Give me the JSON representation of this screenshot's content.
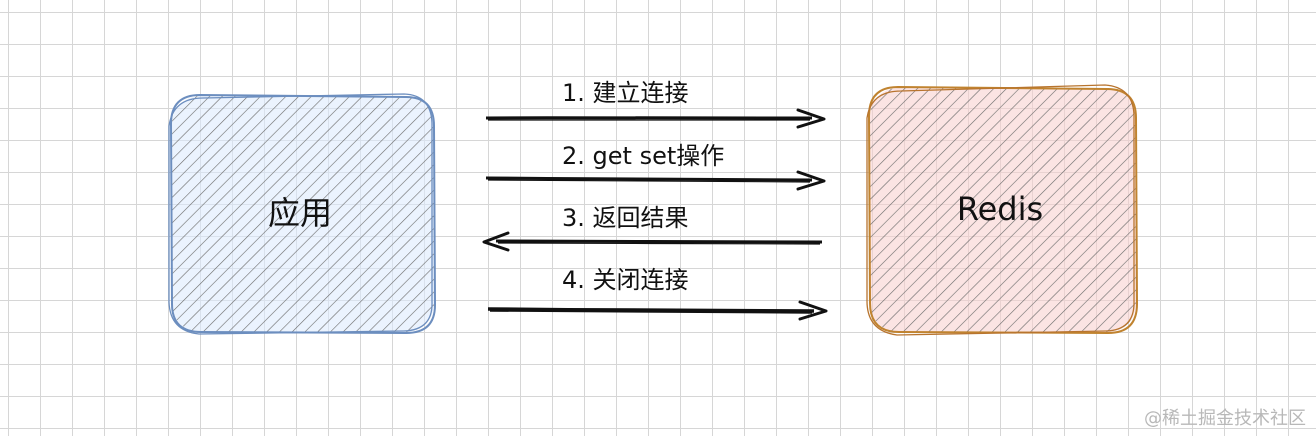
{
  "nodes": {
    "app": {
      "label": "应用",
      "fill": "#dae8fc",
      "stroke": "#6c8ebf"
    },
    "redis": {
      "label": "Redis",
      "fill": "#f8cecc",
      "stroke": "#b8742e"
    }
  },
  "steps": [
    {
      "label": "1. 建立连接",
      "direction": "app-to-redis"
    },
    {
      "label": "2. get set操作",
      "direction": "app-to-redis"
    },
    {
      "label": "3. 返回结果",
      "direction": "redis-to-app"
    },
    {
      "label": "4. 关闭连接",
      "direction": "app-to-redis"
    }
  ],
  "watermark": "@稀土掘金技术社区",
  "colors": {
    "hatch": "#555555",
    "arrow": "#111111"
  }
}
